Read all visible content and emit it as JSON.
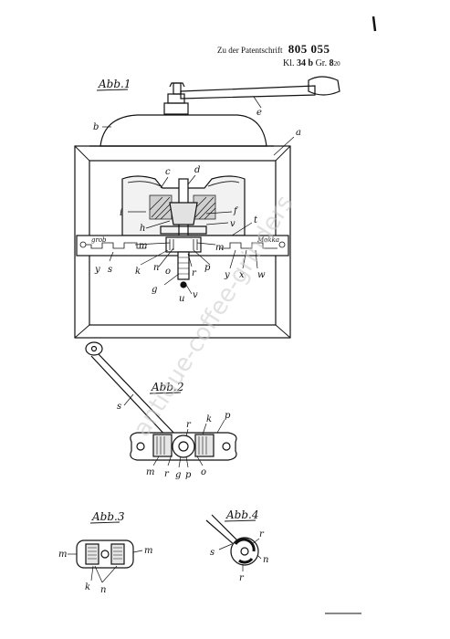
{
  "header": {
    "prefix": "Zu der Patentschrift",
    "patent_number": "805 055",
    "class_label": "Kl.",
    "class_value": "34 b",
    "group_label": "Gr.",
    "group_value": "8",
    "group_sub": "20"
  },
  "figures": {
    "abb1": "Abb.1",
    "abb2": "Abb.2",
    "abb3": "Abb.3",
    "abb4": "Abb.4"
  },
  "scale": {
    "left": "grob",
    "right": "Mokka"
  },
  "watermark": "antique-coffee-grinders",
  "labels": {
    "a": "a",
    "b": "b",
    "c": "c",
    "d": "d",
    "e": "e",
    "f": "f",
    "g": "g",
    "h": "h",
    "i": "i",
    "k": "k",
    "m": "m",
    "n": "n",
    "o": "o",
    "p": "p",
    "r": "r",
    "s": "s",
    "t": "t",
    "u": "u",
    "v": "v",
    "w": "w",
    "x": "x",
    "y": "y"
  }
}
